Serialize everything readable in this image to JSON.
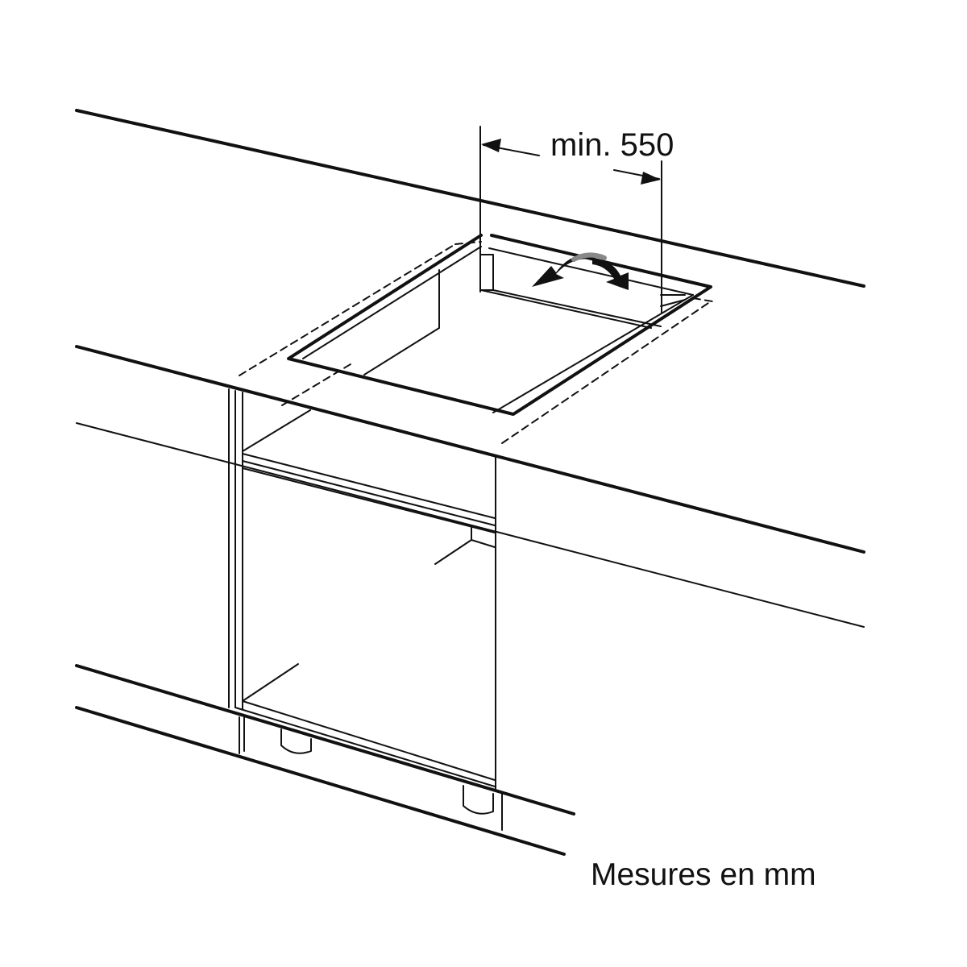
{
  "diagram": {
    "type": "hob-installation-cutout",
    "dimension": {
      "label": "min. 550",
      "value": 550,
      "qualifier": "min."
    },
    "units_note": "Mesures en mm",
    "colors": {
      "line": "#111111",
      "background": "#ffffff",
      "arrow_shade": "#888888"
    }
  }
}
